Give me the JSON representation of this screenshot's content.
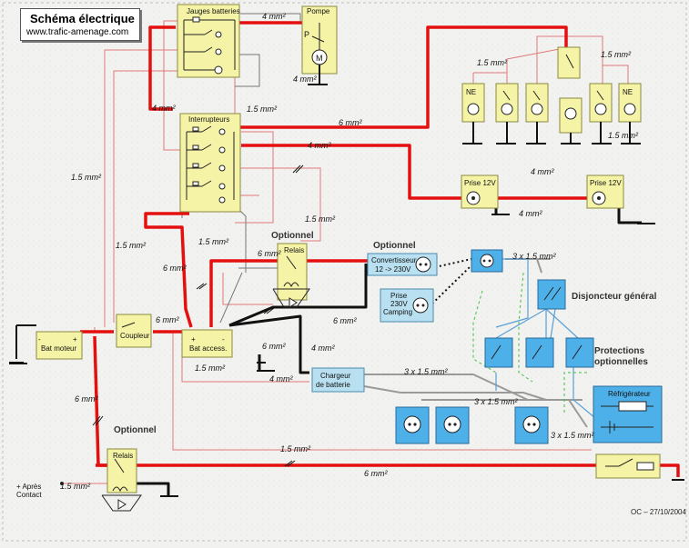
{
  "header": {
    "title": "Schéma électrique",
    "website": "www.trafic-amenage.com"
  },
  "footer": {
    "credit": "OC – 27/10/2004"
  },
  "components": {
    "jauges": "Jauges batteries",
    "pompe": "Pompe",
    "pompe_p": "P",
    "pompe_m": "M",
    "interrupteurs": "Interrupteurs",
    "relais": "Relais",
    "coupleur": "Coupleur",
    "bat_moteur": "Bat moteur",
    "bat_access": "Bat access.",
    "convertisseur": [
      "Convertisseur",
      "12 -> 230V"
    ],
    "prise230": [
      "Prise",
      "230V",
      "Camping"
    ],
    "chargeur": [
      "Chargeur",
      "de batterie"
    ],
    "prise12v": "Prise 12V",
    "refrigerateur": "Réfrigérateur",
    "neon": "NE",
    "apres_contact": [
      "+ Après",
      "Contact"
    ],
    "plus": "+",
    "minus": "-"
  },
  "labels": {
    "optionnel": "Optionnel",
    "disjoncteur": "Disjoncteur général",
    "protections": [
      "Protections",
      "optionnelles"
    ]
  },
  "wires": {
    "w4": "4 mm²",
    "w6": "6 mm²",
    "w15": "1.5 mm²",
    "w3x15": "3 x 1.5 mm²"
  }
}
